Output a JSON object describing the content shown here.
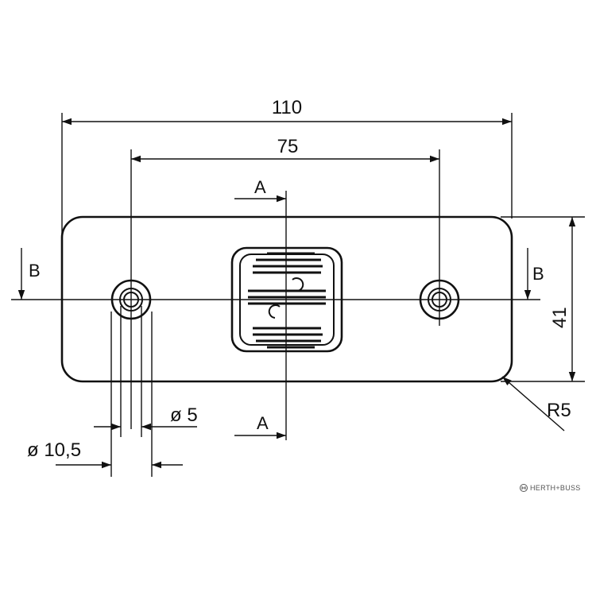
{
  "dimensions": {
    "overall_width": "110",
    "hole_spacing": "75",
    "height": "41",
    "corner_radius": "R5",
    "hole_inner_diameter": "ø 5",
    "hole_outer_diameter": "ø 10,5"
  },
  "section_marks": {
    "a_top": "A",
    "a_bottom": "A",
    "b_left": "B",
    "b_right": "B"
  },
  "watermark": {
    "logo_icon": "herth-buss-logo-icon",
    "text": "HERTH+BUSS"
  },
  "colors": {
    "line": "#111111",
    "background": "#ffffff"
  }
}
